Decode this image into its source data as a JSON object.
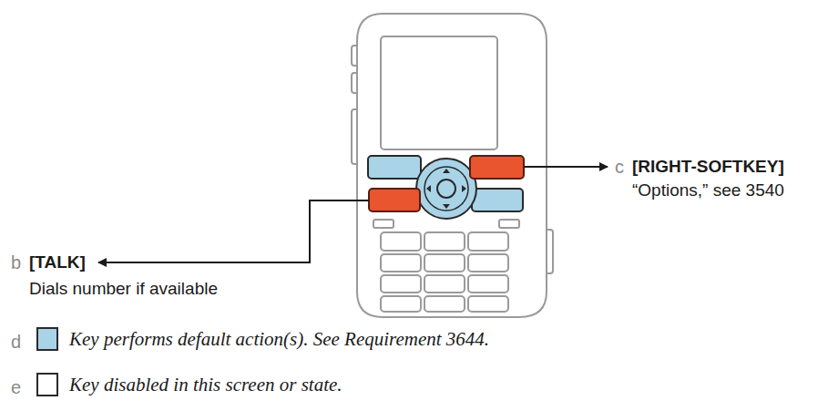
{
  "diagram": {
    "labels": [
      "c",
      "[RIGHT-SOFTKEY]",
      "“Options,” see 3540",
      "b",
      "[TALK]",
      "Dials number if available",
      "d",
      "e"
    ],
    "legend": [
      {
        "text": "Key performs default action(s). See Requirement 3644.",
        "color": "#a9d4e8"
      },
      {
        "text": "Key disabled in this screen or state.",
        "color": "#ffffff"
      }
    ]
  }
}
